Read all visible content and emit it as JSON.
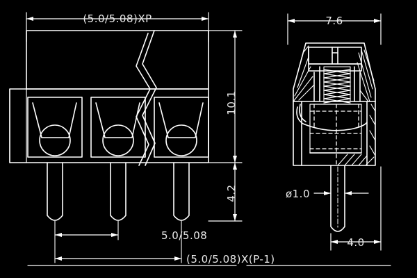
{
  "drawing": {
    "title": "Screw Terminal Block Connector – Front and Side Section Views",
    "background_color": "#000000",
    "line_color": "#ffffff",
    "text_color": "#e8e8e8",
    "units": "mm"
  },
  "dimensions": {
    "top_pitch_overall": "(5.0/5.08)XP",
    "bottom_pitch_single": "5.0/5.08",
    "bottom_pitch_total": "(5.0/5.08)X(P-1)",
    "height_body": "10.1",
    "height_pin": "4.2",
    "side_width": "7.6",
    "pin_diameter": "ø1.0",
    "pin_offset": "4.0"
  },
  "views": {
    "front": {
      "name": "front-view",
      "pole_count": 3,
      "break_symbol": true
    },
    "side": {
      "name": "side-section-view",
      "section_hatching": true,
      "screw_thread": true
    }
  }
}
